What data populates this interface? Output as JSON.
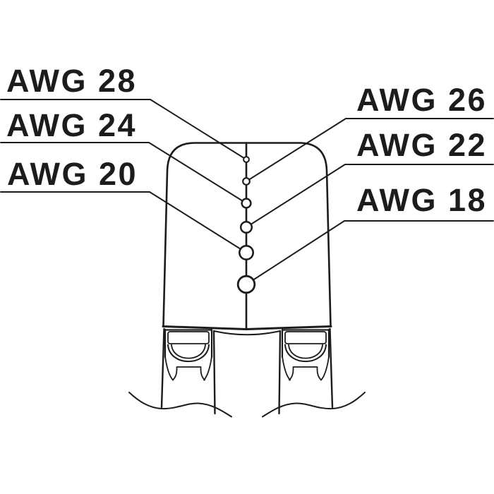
{
  "diagram": {
    "background_color": "#ffffff",
    "line_color": "#1c1c1c",
    "callouts": [
      {
        "label": "AWG 28",
        "side": "left",
        "hole_order": 1
      },
      {
        "label": "AWG 26",
        "side": "right",
        "hole_order": 2
      },
      {
        "label": "AWG 24",
        "side": "left",
        "hole_order": 3
      },
      {
        "label": "AWG 22",
        "side": "right",
        "hole_order": 4
      },
      {
        "label": "AWG 20",
        "side": "left",
        "hole_order": 5
      },
      {
        "label": "AWG 18",
        "side": "right",
        "hole_order": 6
      }
    ]
  }
}
